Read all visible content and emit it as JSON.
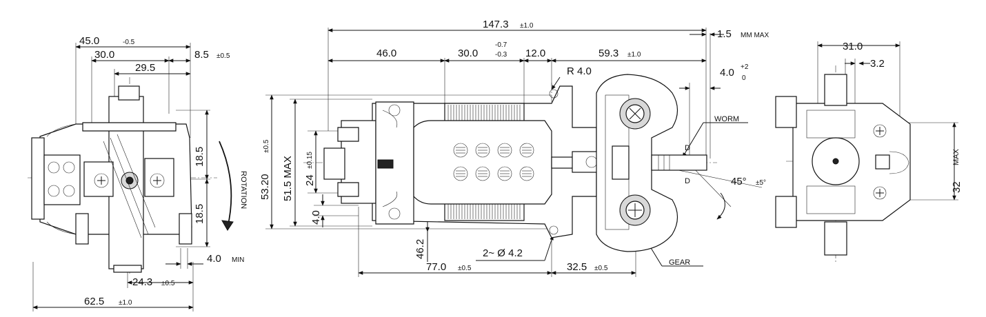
{
  "left_view": {
    "width_overall": "45.0",
    "width_overall_tol": "-0.5",
    "width_30": "30.0",
    "width_29": "29.5",
    "offset_85": "8.5",
    "offset_85_tol": "±0.5",
    "upper_half": "18.5",
    "lower_half": "18.5",
    "rotation": "ROTATION",
    "min_gap": "4.0",
    "min_gap_note": "MIN",
    "shaft_offset": "24.3",
    "shaft_offset_tol": "±0.5",
    "base_width": "62.5",
    "base_width_tol": "±1.0"
  },
  "front_view": {
    "overall_length": "147.3",
    "overall_length_tol": "±1.0",
    "endplay": "1.5",
    "endplay_note": "MM MAX",
    "seg_46": "46.0",
    "seg_30": "30.0",
    "seg_30_tol_upper": "-0.7",
    "seg_30_tol_lower": "-0.3",
    "seg_12": "12.0",
    "seg_593": "59.3",
    "seg_593_tol": "±1.0",
    "radius": "R 4.0",
    "worm_offset": "4.0",
    "worm_offset_tol_upper": "+2",
    "worm_offset_tol_lower": "0",
    "worm_label": "WORM",
    "d_mark_upper": "D",
    "d_mark_lower": "D",
    "angle": "45°",
    "angle_tol": "±5°",
    "height_total": "53.20",
    "height_total_tol": "±0.5",
    "height_body": "51.5 MAX",
    "height_24": "24",
    "height_24_tol": "±0.15",
    "height_4": "4.0",
    "height_462": "46.2",
    "holes": "2~ Ø 4.2",
    "base_77": "77.0",
    "base_77_tol": "±0.5",
    "base_325": "32.5",
    "base_325_tol": "±0.5",
    "gear_label": "GEAR"
  },
  "right_view": {
    "width_31": "31.0",
    "offset_32": "3.2",
    "height_32": "32",
    "height_32_note": "MAX"
  }
}
